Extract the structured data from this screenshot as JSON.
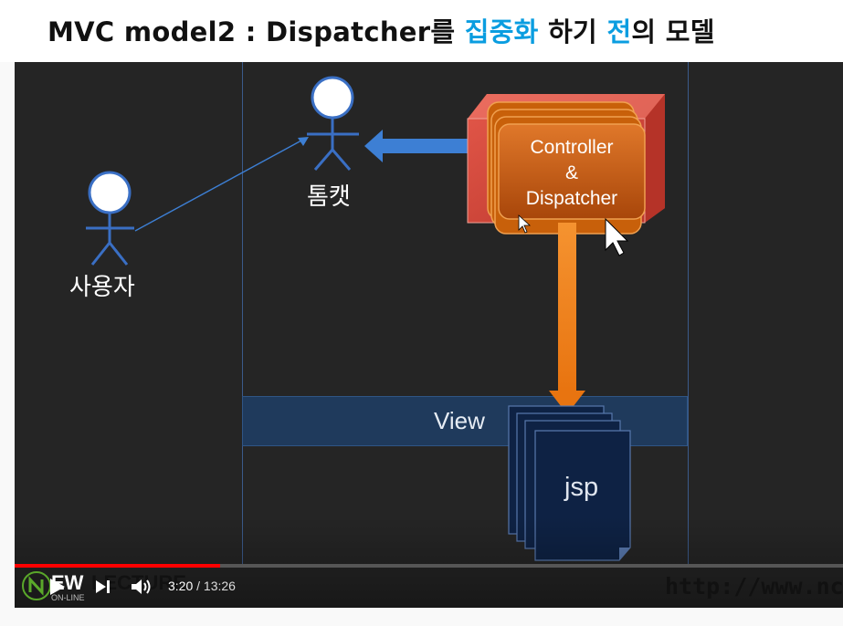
{
  "slide": {
    "title_parts": [
      {
        "text": "MVC model2 : Dispatcher를 ",
        "highlight": false
      },
      {
        "text": "집중화",
        "highlight": true
      },
      {
        "text": " 하기 ",
        "highlight": false
      },
      {
        "text": "전",
        "highlight": true
      },
      {
        "text": "의 모델",
        "highlight": false
      }
    ],
    "user_label": "사용자",
    "tomcat_label": "톰캣",
    "controller_lines": [
      "Controller",
      "&",
      "Dispatcher"
    ],
    "view_label": "View",
    "jsp_label": "jsp",
    "colors": {
      "accent_title": "#0a9de0",
      "actor_stroke": "#3a6fc4",
      "controller_box": "#d94c3b",
      "controller_card": "#c8600a",
      "arrow_blue": "#3d7fd4",
      "arrow_orange": "#f07e1a",
      "view_band": "#1f3a5c"
    }
  },
  "player": {
    "current_time": "3:20",
    "separator": " / ",
    "total_time": "13:26",
    "progress": 0.248,
    "play_icon": "play-icon",
    "next_icon": "next-icon",
    "volume_icon": "volume-icon",
    "progress_color": "#ff0000"
  },
  "watermark": {
    "logo_ew": "EW",
    "logo_lecture": "LECTURE",
    "logo_online": "ON-LINE",
    "url": "http://www.nc"
  }
}
